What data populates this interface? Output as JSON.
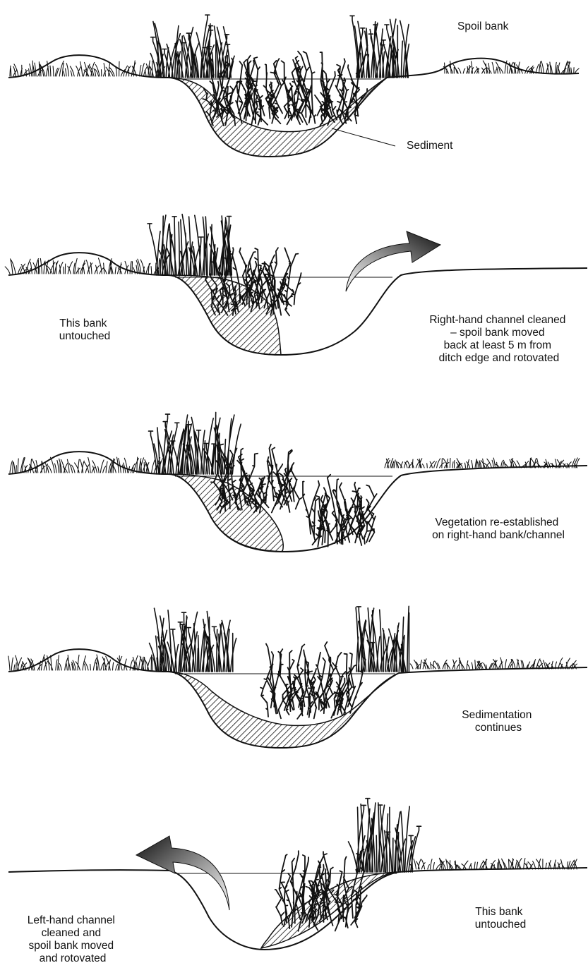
{
  "panels": [
    {
      "id": "panel-1",
      "labels": {
        "spoil_bank": "Spoil bank",
        "sediment": "Sediment"
      }
    },
    {
      "id": "panel-2",
      "labels": {
        "left_note": [
          "This bank",
          "untouched"
        ],
        "right_note": [
          "Right-hand channel cleaned",
          "– spoil bank moved",
          "back at least 5 m from",
          "ditch edge and rotovated"
        ]
      }
    },
    {
      "id": "panel-3",
      "labels": {
        "right_note": [
          "Vegetation re-established",
          "on right-hand bank/channel"
        ]
      }
    },
    {
      "id": "panel-4",
      "labels": {
        "right_note": [
          "Sedimentation",
          "continues"
        ]
      }
    },
    {
      "id": "panel-5",
      "labels": {
        "left_note": [
          "Left-hand channel",
          "cleaned and",
          "spoil bank moved",
          "and rotovated"
        ],
        "right_note": [
          "This bank",
          "untouched"
        ]
      }
    }
  ],
  "colors": {
    "ink": "#111111",
    "background": "#ffffff"
  }
}
